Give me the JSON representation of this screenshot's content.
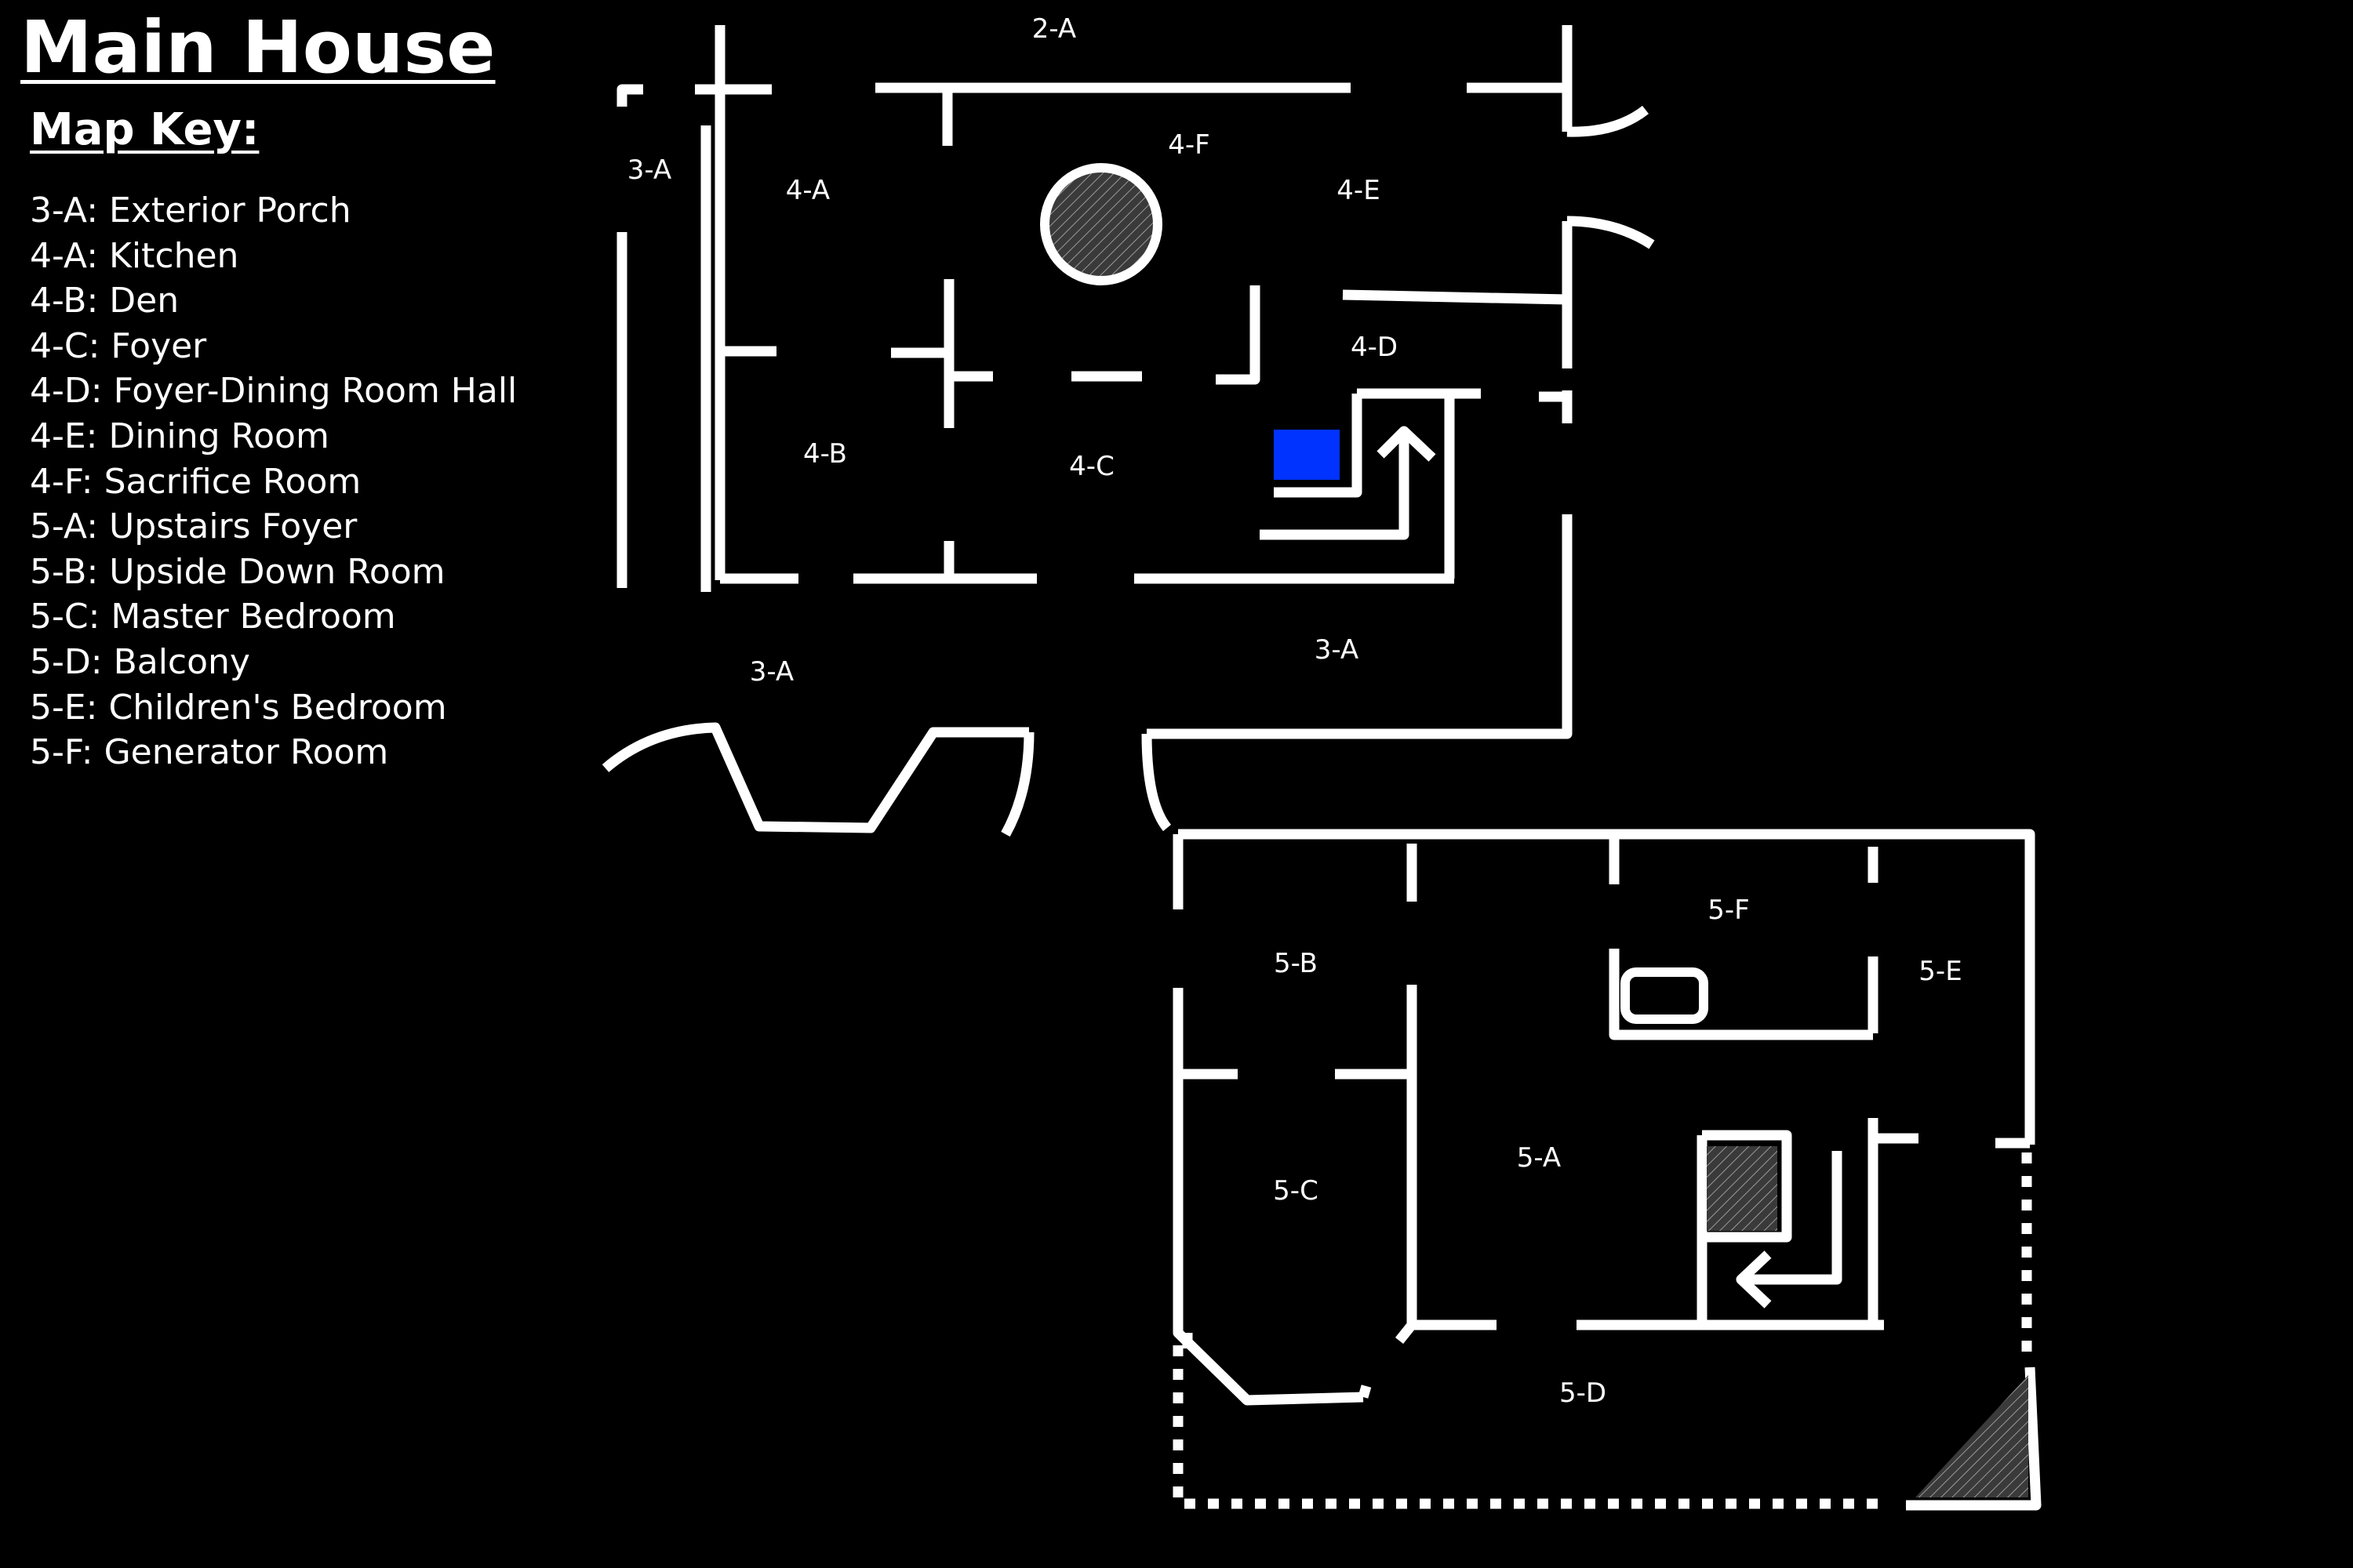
{
  "header": {
    "title": "Main House"
  },
  "key": {
    "title": "Map Key:",
    "items": [
      "3-A: Exterior Porch",
      "4-A: Kitchen",
      "4-B: Den",
      "4-C: Foyer",
      "4-D: Foyer-Dining Room Hall",
      "4-E: Dining Room",
      "4-F: Sacrifice Room",
      "5-A: Upstairs Foyer",
      "5-B: Upside Down Room",
      "5-C: Master Bedroom",
      "5-D: Balcony",
      "5-E: Children's Bedroom",
      "5-F: Generator Room"
    ]
  },
  "map": {
    "labels": {
      "l2a": "2-A",
      "l3a_top": "3-A",
      "l3a_left": "3-A",
      "l3a_right": "3-A",
      "l4a": "4-A",
      "l4b": "4-B",
      "l4c": "4-C",
      "l4d": "4-D",
      "l4e": "4-E",
      "l4f": "4-F",
      "l5a": "5-A",
      "l5b": "5-B",
      "l5c": "5-C",
      "l5d": "5-D",
      "l5e": "5-E",
      "l5f": "5-F"
    },
    "colors": {
      "wall": "#ffffff",
      "background": "#000000",
      "marker": "#0033ff"
    },
    "icons": [
      "stairs-up-arrow-icon",
      "stairs-down-arrow-icon",
      "circle-pit-icon",
      "generator-icon",
      "player-marker-icon"
    ]
  }
}
